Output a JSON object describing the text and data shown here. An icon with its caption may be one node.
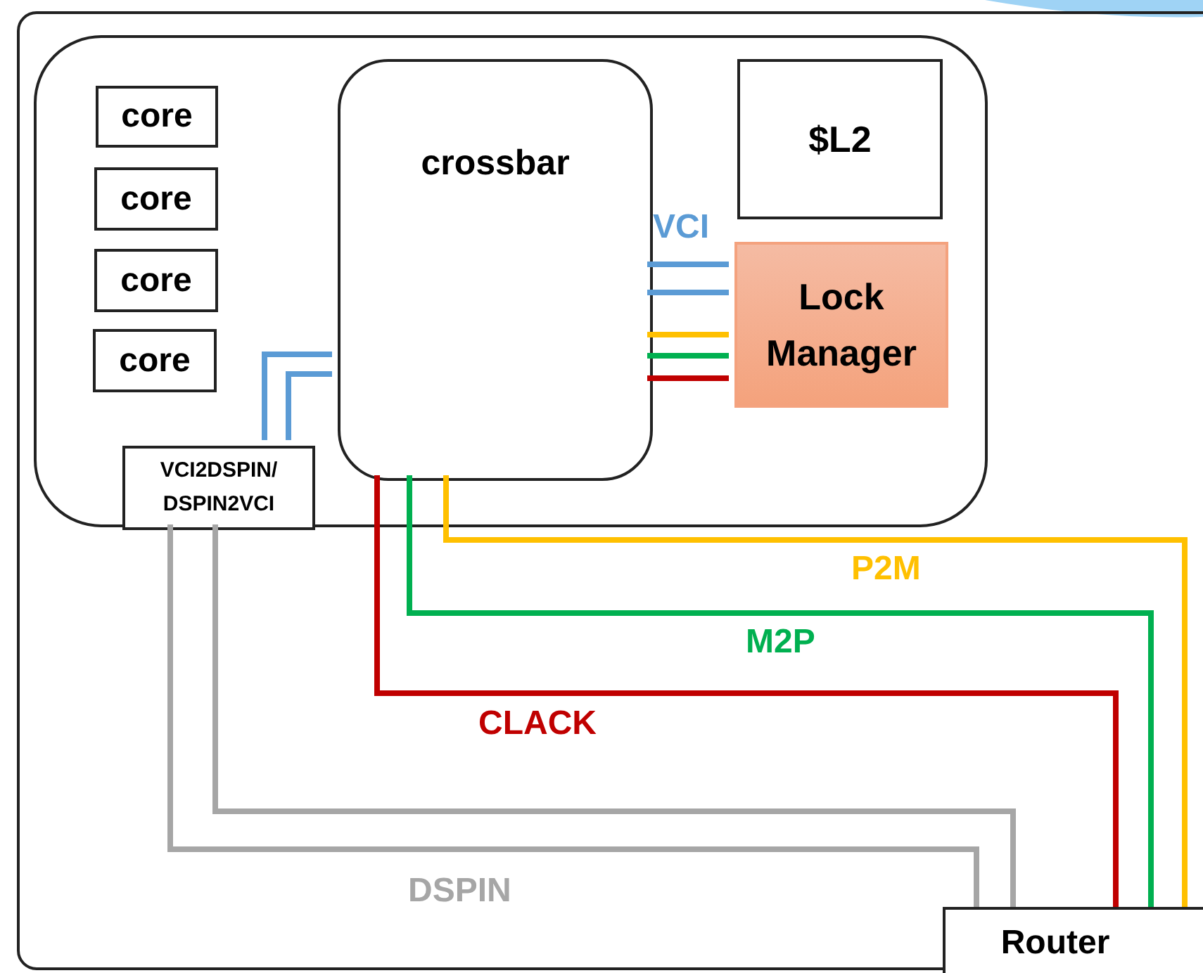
{
  "diagram": {
    "nodes": [
      {
        "text": [],
        "shape": "box"
      },
      {
        "text": [],
        "shape": "box",
        "in": 0
      },
      {
        "text": [
          "core"
        ],
        "in": 1
      },
      {
        "text": [
          "core"
        ],
        "in": 1
      },
      {
        "text": [
          "core"
        ],
        "in": 1
      },
      {
        "text": [
          "core"
        ],
        "in": 1
      },
      {
        "text": [
          "crossbar"
        ],
        "in": 1
      },
      {
        "text": [
          "$L2"
        ],
        "in": 1
      },
      {
        "text": [
          "Lock Manager"
        ],
        "in": 1
      },
      {
        "text": [
          "VCI2DSPIN/ DSPIN2VCI"
        ],
        "in": 1
      },
      {
        "text": [
          "Router"
        ]
      }
    ],
    "edges": [
      {
        "from": 6,
        "to": 8,
        "arrow": "none",
        "label": "VCI",
        "color": "#5b9bd5"
      },
      {
        "from": 6,
        "to": 8,
        "arrow": "none",
        "color": "#5b9bd5"
      },
      {
        "from": 6,
        "to": 8,
        "arrow": "none",
        "color": "#ffc000"
      },
      {
        "from": 6,
        "to": 8,
        "arrow": "none",
        "color": "#00b050"
      },
      {
        "from": 6,
        "to": 8,
        "arrow": "none",
        "color": "#c00000"
      },
      {
        "from": 9,
        "to": 6,
        "arrow": "none",
        "color": "#5b9bd5"
      },
      {
        "from": 9,
        "to": 6,
        "arrow": "none",
        "color": "#5b9bd5"
      },
      {
        "from": 6,
        "to": 10,
        "arrow": "none",
        "label": "CLACK",
        "color": "#c00000"
      },
      {
        "from": 6,
        "to": 10,
        "arrow": "none",
        "label": "M2P",
        "color": "#00b050"
      },
      {
        "from": 6,
        "to": 10,
        "arrow": "none",
        "label": "P2M",
        "color": "#ffc000"
      },
      {
        "from": 9,
        "to": 10,
        "arrow": "none",
        "label": "DSPIN",
        "color": "#a6a6a6"
      },
      {
        "from": 9,
        "to": 10,
        "arrow": "none",
        "color": "#a6a6a6"
      }
    ]
  }
}
